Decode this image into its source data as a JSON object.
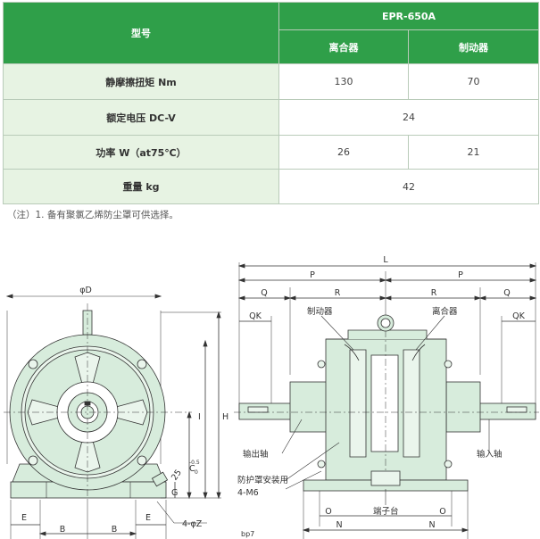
{
  "table": {
    "model_label": "型号",
    "model_value": "EPR-650A",
    "col_clutch": "离合器",
    "col_brake": "制动器",
    "rows": [
      {
        "label": "静摩擦扭矩 Nm",
        "clutch": "130",
        "brake": "70"
      },
      {
        "label": "额定电压 DC-V",
        "merged": "24"
      },
      {
        "label": "功率 W（at75℃）",
        "clutch": "26",
        "brake": "21"
      },
      {
        "label": "重量 kg",
        "merged": "42"
      }
    ]
  },
  "note": "（注）1. 备有聚氯乙烯防尘罩可供选择。",
  "drawing": {
    "left": {
      "phiD": "φD",
      "H": "H",
      "I": "I",
      "C": "C",
      "C_sub": "0",
      "C_sup": "-0.5",
      "G": "G",
      "dim25": "25",
      "E": "E",
      "B": "B",
      "Z": "4-φZ"
    },
    "right": {
      "L": "L",
      "P": "P",
      "Q": "Q",
      "R": "R",
      "QK": "QK",
      "brake": "制动器",
      "clutch": "离合器",
      "output_shaft": "输出轴",
      "input_shaft": "输入轴",
      "dust_cover": "防护罩安装用",
      "m6": "4-M6",
      "terminal": "端子台",
      "N": "N",
      "O": "O",
      "page": "bp7"
    }
  },
  "colors": {
    "header": "#2f9f49",
    "label_bg": "#e7f3e3",
    "body": "#d7ecdc",
    "outline": "#333333"
  }
}
